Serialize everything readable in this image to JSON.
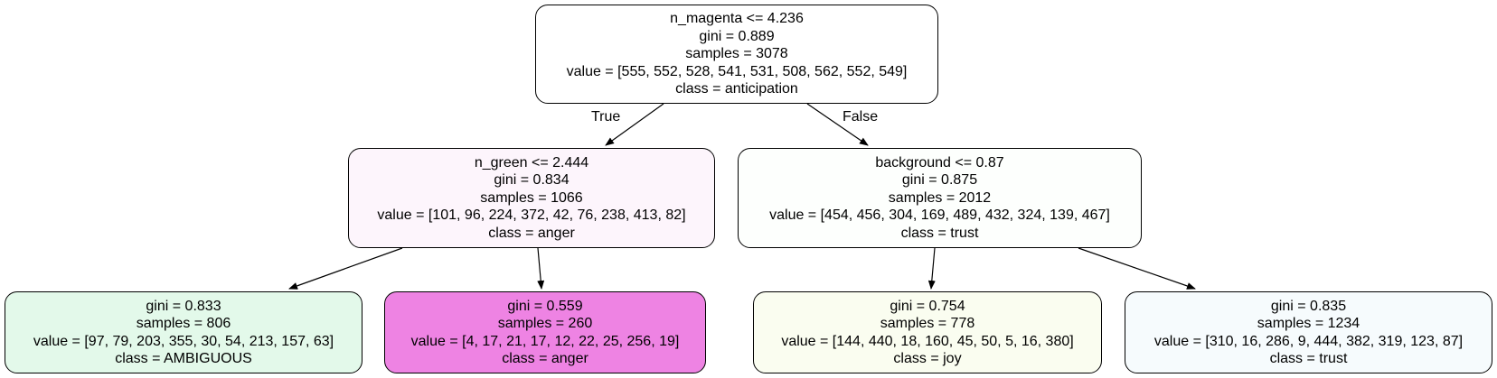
{
  "tree": {
    "nodes": [
      {
        "id": "n0",
        "split": "n_magenta <= 4.236",
        "gini": "gini = 0.889",
        "samples": "samples = 3078",
        "value": "value = [555, 552, 528, 541, 531, 508, 562, 552, 549]",
        "class": "class = anticipation",
        "fill": "#ffffff"
      },
      {
        "id": "n1",
        "split": "n_green <= 2.444",
        "gini": "gini = 0.834",
        "samples": "samples = 1066",
        "value": "value = [101, 96, 224, 372, 42, 76, 238, 413, 82]",
        "class": "class = anger",
        "fill": "#fdf5fc"
      },
      {
        "id": "n2",
        "gini": "gini = 0.833",
        "samples": "samples = 806",
        "value": "value = [97, 79, 203, 355, 30, 54, 213, 157, 63]",
        "class": "class = AMBIGUOUS",
        "fill": "#e3f9ea"
      },
      {
        "id": "n3",
        "gini": "gini = 0.559",
        "samples": "samples = 260",
        "value": "value = [4, 17, 21, 17, 12, 22, 25, 256, 19]",
        "class": "class = anger",
        "fill": "#ee83e3"
      },
      {
        "id": "n4",
        "split": "background <= 0.87",
        "gini": "gini = 0.875",
        "samples": "samples = 2012",
        "value": "value = [454, 456, 304, 169, 489, 432, 324, 139, 467]",
        "class": "class = trust",
        "fill": "#fdfffd"
      },
      {
        "id": "n5",
        "gini": "gini = 0.754",
        "samples": "samples = 778",
        "value": "value = [144, 440, 18, 160, 45, 50, 5, 16, 380]",
        "class": "class = joy",
        "fill": "#fafdf0"
      },
      {
        "id": "n6",
        "gini": "gini = 0.835",
        "samples": "samples = 1234",
        "value": "value = [310, 16, 286, 9, 444, 382, 319, 123, 87]",
        "class": "class = trust",
        "fill": "#f6fbfd"
      }
    ],
    "edges": [
      {
        "from": "n0",
        "to": "n1",
        "label": "True"
      },
      {
        "from": "n0",
        "to": "n4",
        "label": "False"
      },
      {
        "from": "n1",
        "to": "n2"
      },
      {
        "from": "n1",
        "to": "n3"
      },
      {
        "from": "n4",
        "to": "n5"
      },
      {
        "from": "n4",
        "to": "n6"
      }
    ]
  }
}
